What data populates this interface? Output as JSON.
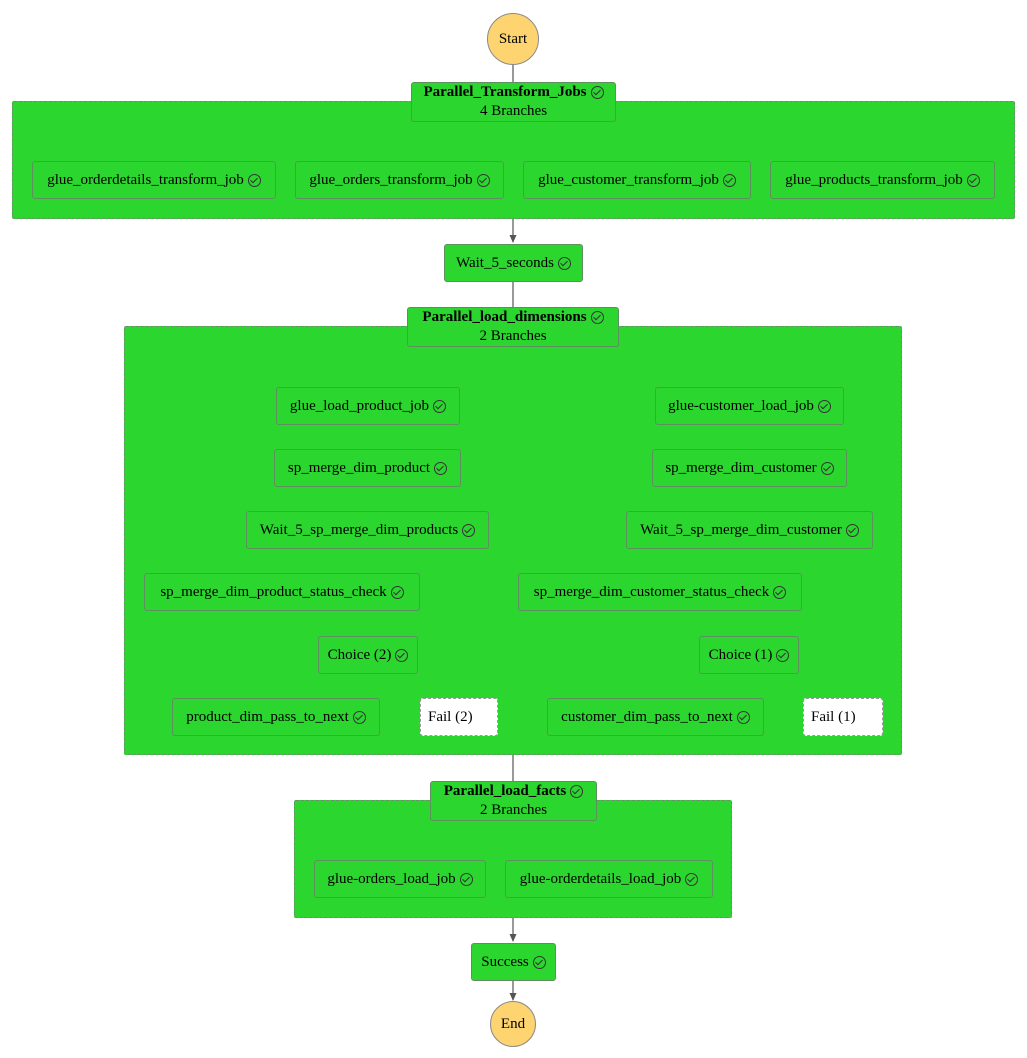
{
  "diagram": {
    "start": "Start",
    "end": "End",
    "parallel_transform": {
      "title": "Parallel_Transform_Jobs",
      "branches": "4 Branches",
      "jobs": [
        "glue_orderdetails_transform_job",
        "glue_orders_transform_job",
        "glue_customer_transform_job",
        "glue_products_transform_job"
      ]
    },
    "wait": "Wait_5_seconds",
    "parallel_dimensions": {
      "title": "Parallel_load_dimensions",
      "branches": "2 Branches",
      "product": {
        "load_job": "glue_load_product_job",
        "merge": "sp_merge_dim_product",
        "wait": "Wait_5_sp_merge_dim_products",
        "status_check": "sp_merge_dim_product_status_check",
        "choice": "Choice (2)",
        "pass": "product_dim_pass_to_next",
        "fail": "Fail (2)"
      },
      "customer": {
        "load_job": "glue-customer_load_job",
        "merge": "sp_merge_dim_customer",
        "wait": "Wait_5_sp_merge_dim_customer",
        "status_check": "sp_merge_dim_customer_status_check",
        "choice": "Choice (1)",
        "pass": "customer_dim_pass_to_next",
        "fail": "Fail (1)"
      }
    },
    "parallel_facts": {
      "title": "Parallel_load_facts",
      "branches": "2 Branches",
      "jobs": [
        "glue-orders_load_job",
        "glue-orderdetails_load_job"
      ]
    },
    "success": "Success",
    "colors": {
      "task_fill": "#2bd62f",
      "terminal_fill": "#fdd46f",
      "fail_fill": "#ffffff",
      "edge": "#555555"
    }
  }
}
